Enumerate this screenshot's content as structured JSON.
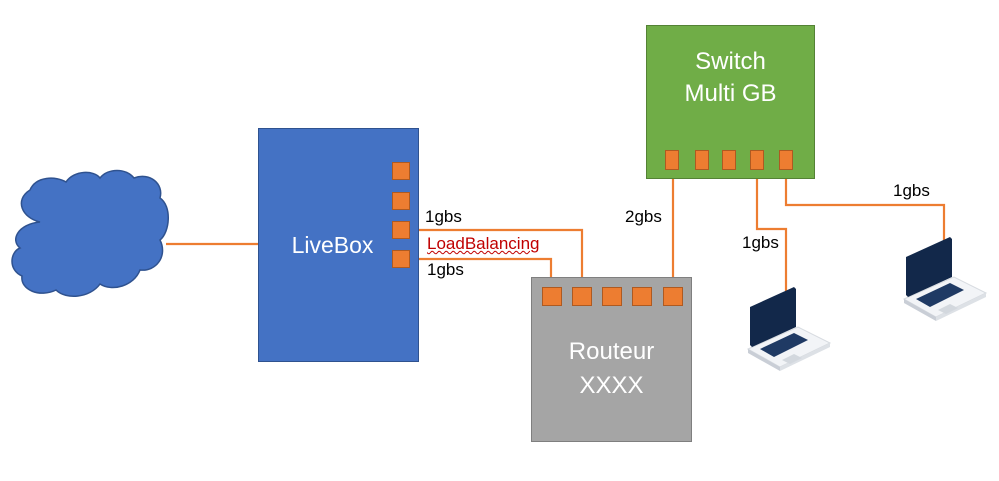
{
  "colors": {
    "cloud": "#4472c4",
    "livebox": "#4472c4",
    "router": "#a5a5a5",
    "switch": "#70ad47",
    "port": "#ed7d31",
    "link": "#ed7d31",
    "laptop_screen": "#12284a"
  },
  "nodes": {
    "internet": {
      "icon": "cloud-icon"
    },
    "livebox": {
      "label": "LiveBox"
    },
    "router": {
      "line1": "Routeur",
      "line2": "XXXX"
    },
    "switch": {
      "line1": "Switch",
      "line2": "Multi GB"
    },
    "laptop_1": {
      "icon": "laptop-icon"
    },
    "laptop_2": {
      "icon": "laptop-icon"
    }
  },
  "links": {
    "livebox_router_a": "1gbs",
    "load_balancing": "LoadBalancing",
    "livebox_router_b": "1gbs",
    "router_switch": "2gbs",
    "switch_laptop_1": "1gbs",
    "switch_laptop_2": "1gbs"
  }
}
